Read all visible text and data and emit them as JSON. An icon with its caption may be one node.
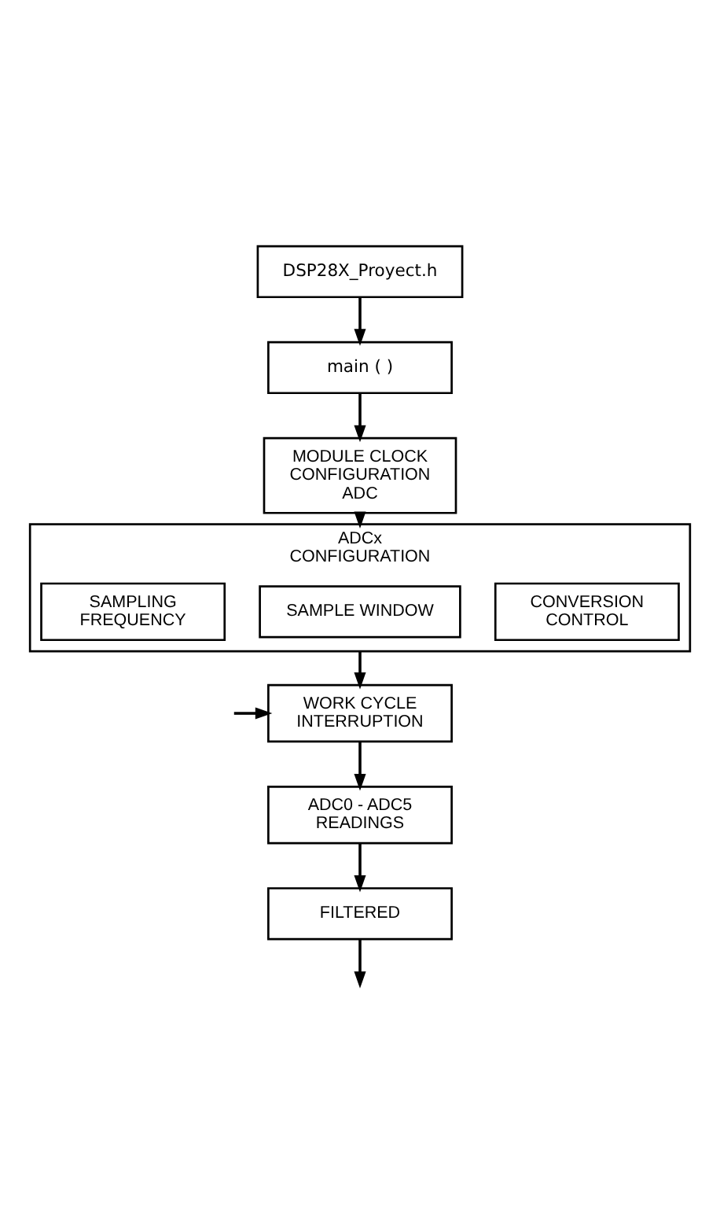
{
  "diagram": {
    "nodes": [
      {
        "text": [
          "DSP28X_Proyect.h"
        ]
      },
      {
        "text": [
          "main ( )"
        ]
      },
      {
        "text": [
          "MODULE CLOCK CONFIGURATION ADC"
        ]
      },
      {
        "text": [
          "ADCx CONFIGURATION"
        ]
      },
      {
        "text": [
          "CONVERSION CONTROL"
        ],
        "in": 3
      },
      {
        "text": [
          "SAMPLE WINDOW"
        ],
        "in": 3
      },
      {
        "text": [
          "SAMPLING FREQUENCY"
        ],
        "in": 3
      },
      {
        "text": [
          "WORK CYCLE INTERRUPTION"
        ]
      },
      {
        "text": [
          "ADC0 - ADC5 READINGS"
        ]
      },
      {
        "text": [
          "FILTERED"
        ]
      }
    ],
    "edges": [
      {
        "from": 0,
        "to": 1,
        "arrow": "to"
      },
      {
        "from": 1,
        "to": 2,
        "arrow": "to"
      },
      {
        "from": 2,
        "to": 3,
        "arrow": "to"
      },
      {
        "from": 3,
        "to": 7,
        "arrow": "to"
      },
      {
        "from": null,
        "to": 7,
        "arrow": "to"
      },
      {
        "from": 7,
        "to": 8,
        "arrow": "to"
      },
      {
        "from": 8,
        "to": 9,
        "arrow": "to"
      },
      {
        "from": 9,
        "to": null,
        "arrow": "to"
      }
    ]
  }
}
